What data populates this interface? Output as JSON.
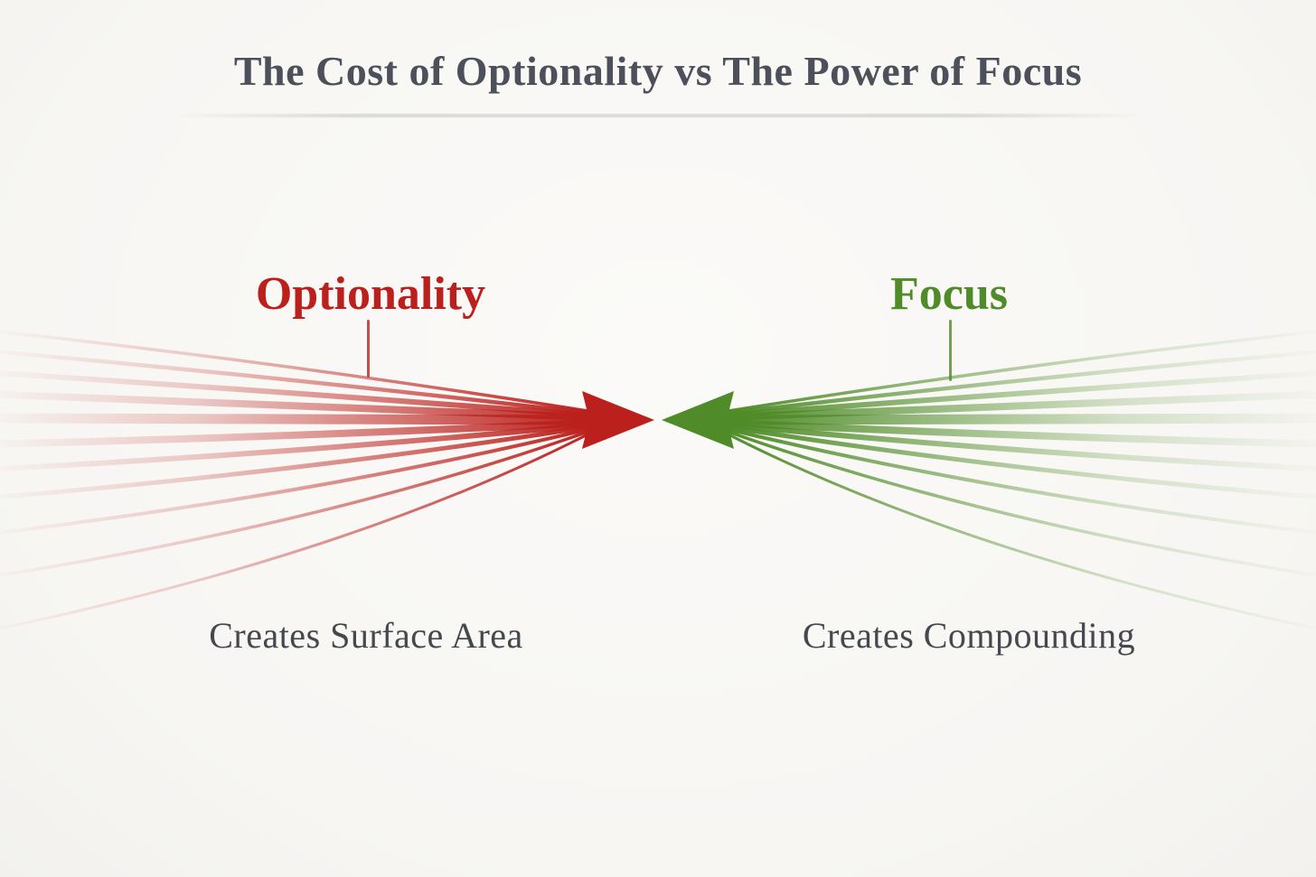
{
  "title": "The Cost of Optionality vs The Power of Focus",
  "left": {
    "label": "Optionality",
    "caption": "Creates Surface Area"
  },
  "right": {
    "label": "Focus",
    "caption": "Creates Compounding"
  },
  "colors": {
    "red": "#bb201c",
    "green": "#4f8b28",
    "title": "#4b505a",
    "caption": "#45494f",
    "bg": "#f7f6f3"
  }
}
